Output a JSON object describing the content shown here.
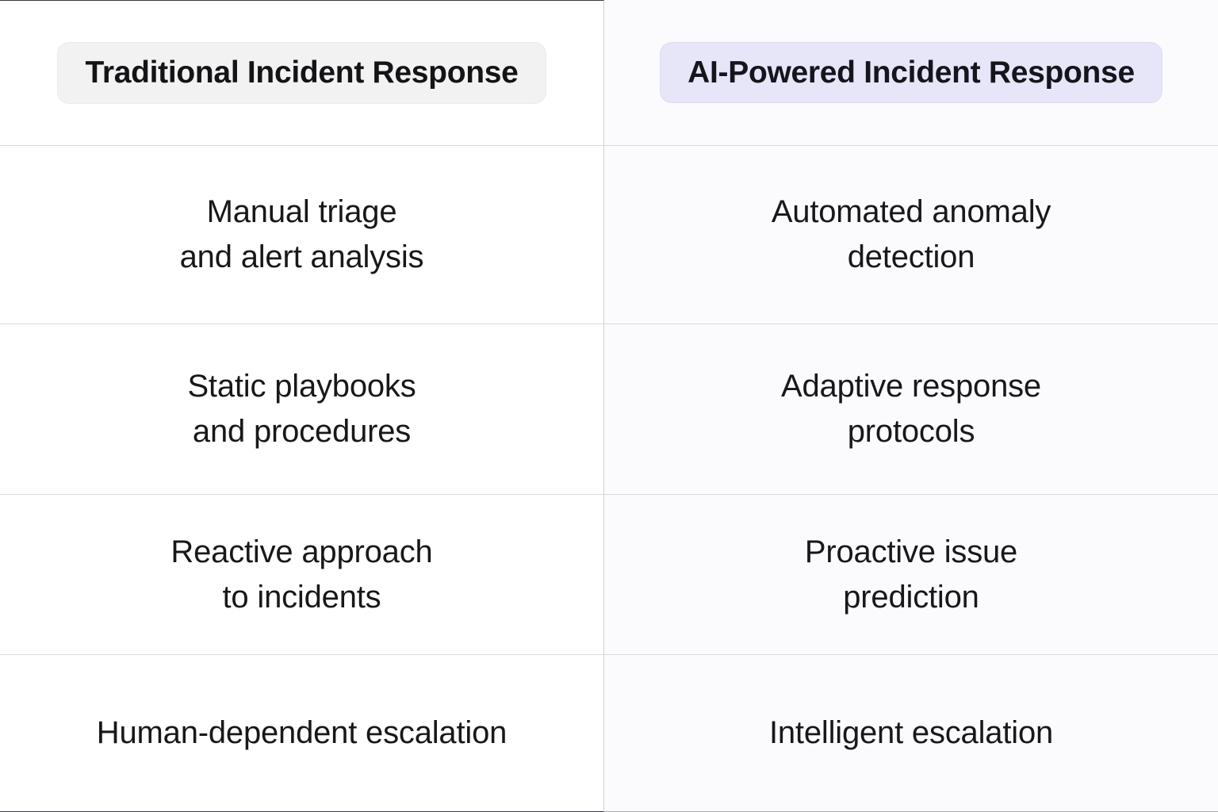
{
  "table": {
    "columns": [
      {
        "id": "traditional",
        "header": "Traditional Incident Response",
        "accent": "#f2f2f3",
        "background": "#ffffff"
      },
      {
        "id": "ai_powered",
        "header": "AI-Powered Incident Response",
        "accent": "#e7e5f8",
        "background": "#fbfbfd"
      }
    ],
    "rows": [
      {
        "traditional": "Manual triage\nand alert analysis",
        "ai_powered": "Automated anomaly\ndetection"
      },
      {
        "traditional": "Static playbooks\nand procedures",
        "ai_powered": "Adaptive response\nprotocols"
      },
      {
        "traditional": "Reactive approach\nto incidents",
        "ai_powered": "Proactive issue\nprediction"
      },
      {
        "traditional": "Human-dependent escalation",
        "ai_powered": "Intelligent escalation"
      }
    ]
  }
}
